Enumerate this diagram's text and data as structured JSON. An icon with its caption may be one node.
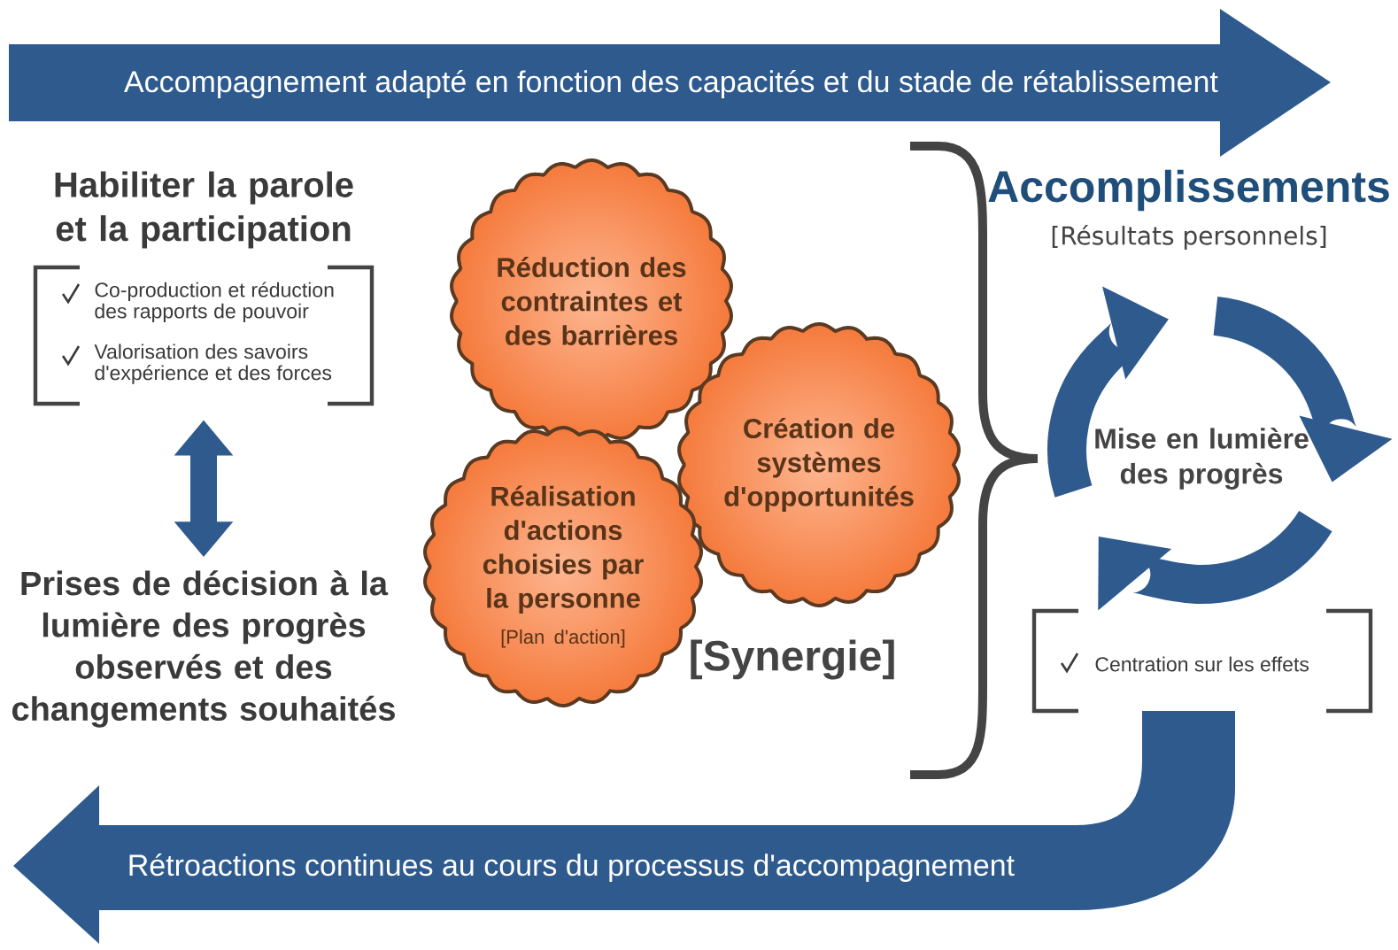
{
  "diagram": {
    "nodes": [
      {
        "text": [
          "Accompagnement adapté en fonction des capacités et du stade de rétablissement"
        ]
      },
      {
        "text": [
          "Habiliter la parole et la participation",
          "Co-production et réduction des rapports de pouvoir",
          "Valorisation des savoirs d'expérience et des forces"
        ]
      },
      {
        "text": [
          "Prises de décision à la lumière des progrès observés et des changements souhaités"
        ]
      },
      {
        "text": [
          "Réduction des contraintes et des barrières"
        ]
      },
      {
        "text": [
          "Création de systèmes d'opportunités"
        ]
      },
      {
        "text": [
          "Réalisation d'actions choisies par la personne",
          "[Plan d'action]"
        ]
      },
      {
        "text": [
          "Mise en lumière des progrès"
        ]
      },
      {
        "text": [
          "Centration sur les effets"
        ]
      },
      {
        "text": [
          "Rétroactions continues au cours du processus d'accompagnement"
        ]
      }
    ],
    "edges": [
      {
        "from": 1,
        "to": 2,
        "arrow": "both"
      }
    ],
    "labels": [
      "[Synergie]",
      "Accomplissements",
      "[Résultats personnels]"
    ]
  }
}
